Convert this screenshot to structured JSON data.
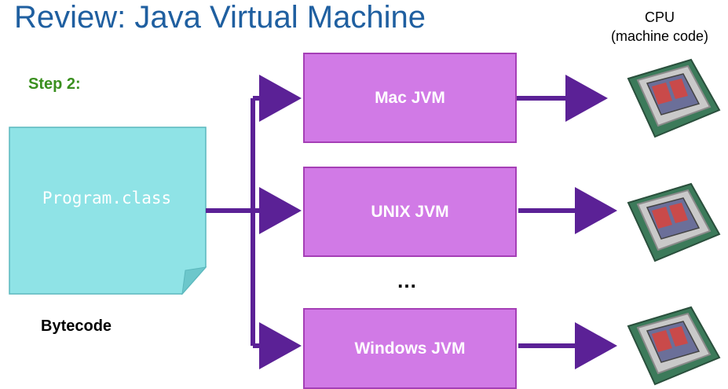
{
  "title": "Review: Java Virtual Machine",
  "cpu_label": {
    "line1": "CPU",
    "line2": "(machine code)"
  },
  "step_label": "Step 2:",
  "bytecode_file": "Program.class",
  "bytecode_label": "Bytecode",
  "jvms": [
    {
      "label": "Mac JVM"
    },
    {
      "label": "UNIX JVM"
    },
    {
      "label": "Windows JVM"
    }
  ],
  "ellipsis": "…",
  "colors": {
    "title": "#1f5fa0",
    "step": "#3a8f1f",
    "file_fill": "#8fe3e6",
    "jvm_fill": "#d17ae6",
    "arrow": "#5b2196"
  },
  "icons": [
    "cpu-chip-icon",
    "cpu-chip-icon",
    "cpu-chip-icon"
  ]
}
